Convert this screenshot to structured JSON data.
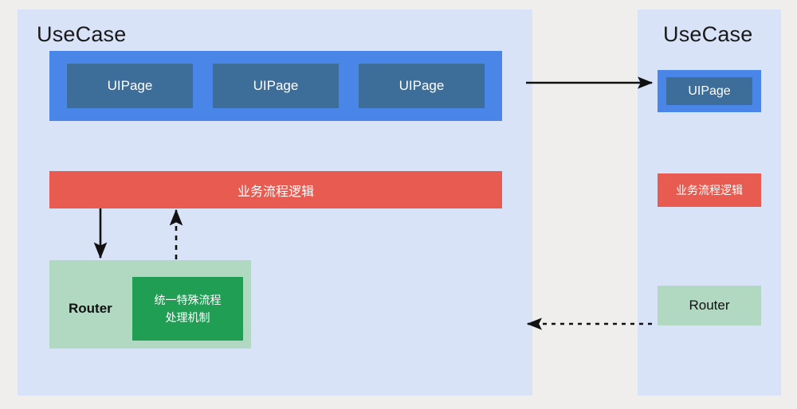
{
  "background_color": "#efeeed",
  "panel_color": "#d8e3f8",
  "left_panel": {
    "title": "UseCase",
    "uipage_group": {
      "container_color": "#4a86e8",
      "box_color": "#3d6d99",
      "items": [
        {
          "label": "UIPage"
        },
        {
          "label": "UIPage"
        },
        {
          "label": "UIPage"
        }
      ]
    },
    "business_bar": {
      "label": "业务流程逻辑",
      "color": "#e85b51"
    },
    "router_panel": {
      "label": "Router",
      "color": "#b1d8c0",
      "inner": {
        "line1": "统一特殊流程",
        "line2": "处理机制",
        "color": "#1f9e54"
      }
    }
  },
  "right_panel": {
    "title": "UseCase",
    "uipage": {
      "label": "UIPage",
      "container_color": "#4a86e8",
      "box_color": "#3d6d99"
    },
    "business_bar": {
      "label": "业务流程逻辑",
      "color": "#e85b51"
    },
    "router": {
      "label": "Router",
      "color": "#b1d8c0"
    }
  },
  "connectors": [
    {
      "name": "biz-to-router-arrow",
      "style": "solid",
      "direction": "down"
    },
    {
      "name": "router-to-biz-arrow",
      "style": "dashed",
      "direction": "up"
    },
    {
      "name": "left-to-right-arrow",
      "style": "solid",
      "direction": "right"
    },
    {
      "name": "right-to-left-arrow",
      "style": "dashed",
      "direction": "left"
    }
  ]
}
